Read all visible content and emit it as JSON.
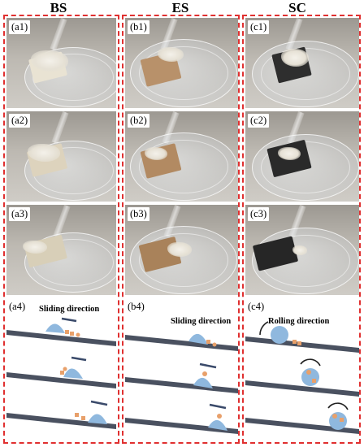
{
  "columns": [
    {
      "title": "BS",
      "panels": [
        "(a1)",
        "(a2)",
        "(a3)"
      ],
      "schematic_label": "(a4)",
      "motion_text": "Sliding direction"
    },
    {
      "title": "ES",
      "panels": [
        "(b1)",
        "(b2)",
        "(b3)"
      ],
      "schematic_label": "(b4)",
      "motion_text": "Sliding direction"
    },
    {
      "title": "SC",
      "panels": [
        "(c1)",
        "(c2)",
        "(c3)"
      ],
      "schematic_label": "(c4)",
      "motion_text": "Rolling direction"
    }
  ],
  "colors": {
    "border": "#e03030",
    "bs_sample": "#e9e3d3",
    "es_sample": "#b8916a",
    "sc_sample": "#2e2e2e",
    "substrate": "#4a5160",
    "droplet": "#8fb8de",
    "particle": "#e8a06a",
    "arrow": "#3a4a6a"
  }
}
